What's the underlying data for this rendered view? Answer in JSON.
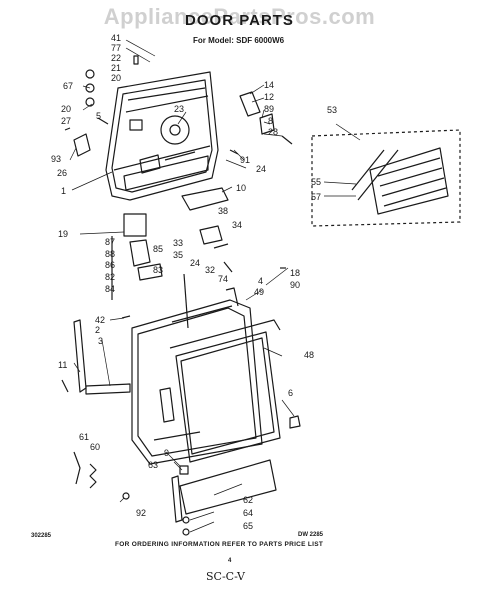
{
  "watermark": "AppliancePartsPros.com",
  "header": {
    "title": "DOOR PARTS",
    "model_line": "For Model: SDF 6000W6"
  },
  "footer": {
    "left_code": "302285",
    "ref_code": "DW 2285",
    "instruction": "FOR ORDERING INFORMATION REFER TO PARTS PRICE LIST",
    "page_number": "4",
    "handwritten_note": "SC-C-V"
  },
  "callouts": [
    "41",
    "77",
    "22",
    "21",
    "20",
    "67",
    "20",
    "27",
    "5",
    "93",
    "26",
    "1",
    "23",
    "14",
    "12",
    "89",
    "8",
    "28",
    "91",
    "24",
    "53",
    "55",
    "57",
    "10",
    "19",
    "87",
    "88",
    "86",
    "82",
    "84",
    "85",
    "83",
    "33",
    "35",
    "24",
    "38",
    "34",
    "32",
    "74",
    "4",
    "49",
    "18",
    "90",
    "42",
    "2",
    "3",
    "11",
    "48",
    "6",
    "61",
    "60",
    "9",
    "63",
    "92",
    "62",
    "64",
    "65"
  ],
  "colors": {
    "ink": "#1a1a1a",
    "watermark": "#aaaaaa",
    "paper": "#ffffff"
  }
}
